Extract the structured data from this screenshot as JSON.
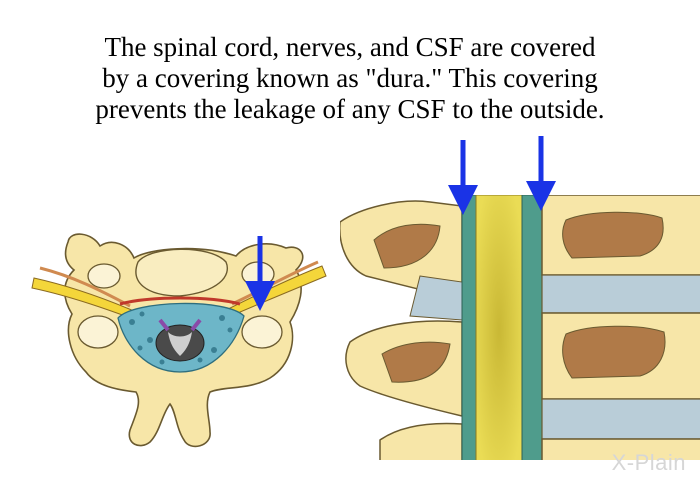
{
  "caption": {
    "lines": [
      "The spinal cord, nerves, and CSF are covered",
      "by a covering known as \"dura.\" This covering",
      "prevents the leakage of any CSF to the outside."
    ]
  },
  "watermark": {
    "text": "X-Plain"
  },
  "colors": {
    "bone": "#f7e6a8",
    "bone_outline": "#6a5a30",
    "marrow": "#b07a48",
    "disc": "#b9cdd8",
    "cord": "#e4d445",
    "dura": "#4f9c8c",
    "nerve": "#f4d63a",
    "blood": "#c0392b",
    "arrow": "#1a33e6"
  },
  "icons": {
    "pointer": "down-arrow-icon"
  }
}
